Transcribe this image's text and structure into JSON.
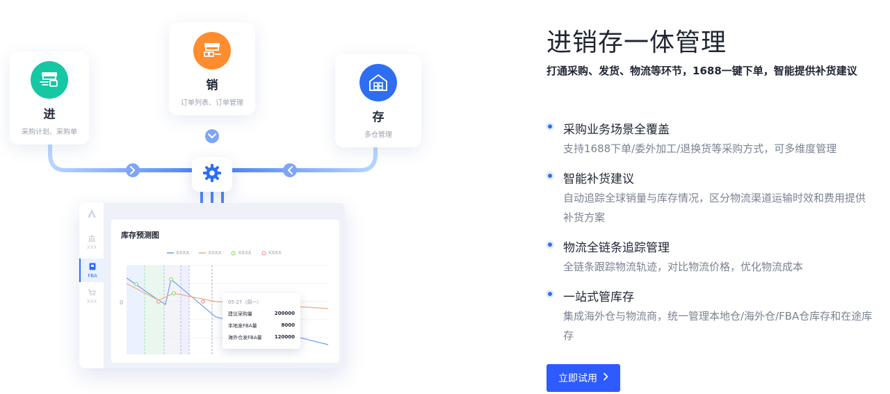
{
  "illustration": {
    "cards": {
      "jin": {
        "title": "进",
        "subtitle": "采购计划、采购单",
        "icon": "storefront-icon",
        "color": "#16c7a4"
      },
      "xiao": {
        "title": "销",
        "subtitle": "订单列表、订单管理",
        "icon": "delivery-truck-icon",
        "color": "#ff8c2e"
      },
      "cun": {
        "title": "存",
        "subtitle": "多仓管理",
        "icon": "warehouse-icon",
        "color": "#2e6ef2"
      }
    },
    "hub_icon": "gear-icon",
    "dashboard": {
      "logo_icon": "logo-icon",
      "sidebar": [
        {
          "label": "XXX",
          "icon": "bank-icon",
          "active": false
        },
        {
          "label": "FBA",
          "icon": "fba-icon",
          "active": true
        },
        {
          "label": "XXX",
          "icon": "cart-icon",
          "active": false
        }
      ],
      "chart_title": "库存预测图",
      "legend": [
        {
          "label": "XXXX",
          "color": "#6f9cf0"
        },
        {
          "label": "XXXX",
          "color": "#f5a67a"
        },
        {
          "label": "XXXX",
          "color": "#7fcf5a"
        },
        {
          "label": "XXXX",
          "color": "#f07f86"
        }
      ],
      "y_tick": "0",
      "tooltip": {
        "date": "05-27（周一）",
        "rows": [
          {
            "label": "建议采购量",
            "value": "200000"
          },
          {
            "label": "本地发FBA量",
            "value": "8000"
          },
          {
            "label": "海外仓发FBA量",
            "value": "120000"
          }
        ]
      }
    }
  },
  "content": {
    "title": "进销存一体管理",
    "intro": "打通采购、发货、物流等环节，1688一键下单，智能提供补货建议",
    "features": [
      {
        "title": "采购业务场景全覆盖",
        "desc": "支持1688下单/委外加工/退换货等采购方式，可多维度管理"
      },
      {
        "title": "智能补货建议",
        "desc": "自动追踪全球销量与库存情况，区分物流渠道运输时效和费用提供补货方案"
      },
      {
        "title": "物流全链条追踪管理",
        "desc": "全链条跟踪物流轨迹，对比物流价格，优化物流成本"
      },
      {
        "title": "一站式管库存",
        "desc": "集成海外仓与物流商，统一管理本地仓/海外仓/FBA仓库存和在途库存"
      }
    ],
    "cta_label": "立即试用",
    "cta_icon": "chevron-right-icon"
  },
  "colors": {
    "accent": "#2e5bff",
    "flow": "#4f86f7",
    "text_muted": "#7a8291"
  }
}
